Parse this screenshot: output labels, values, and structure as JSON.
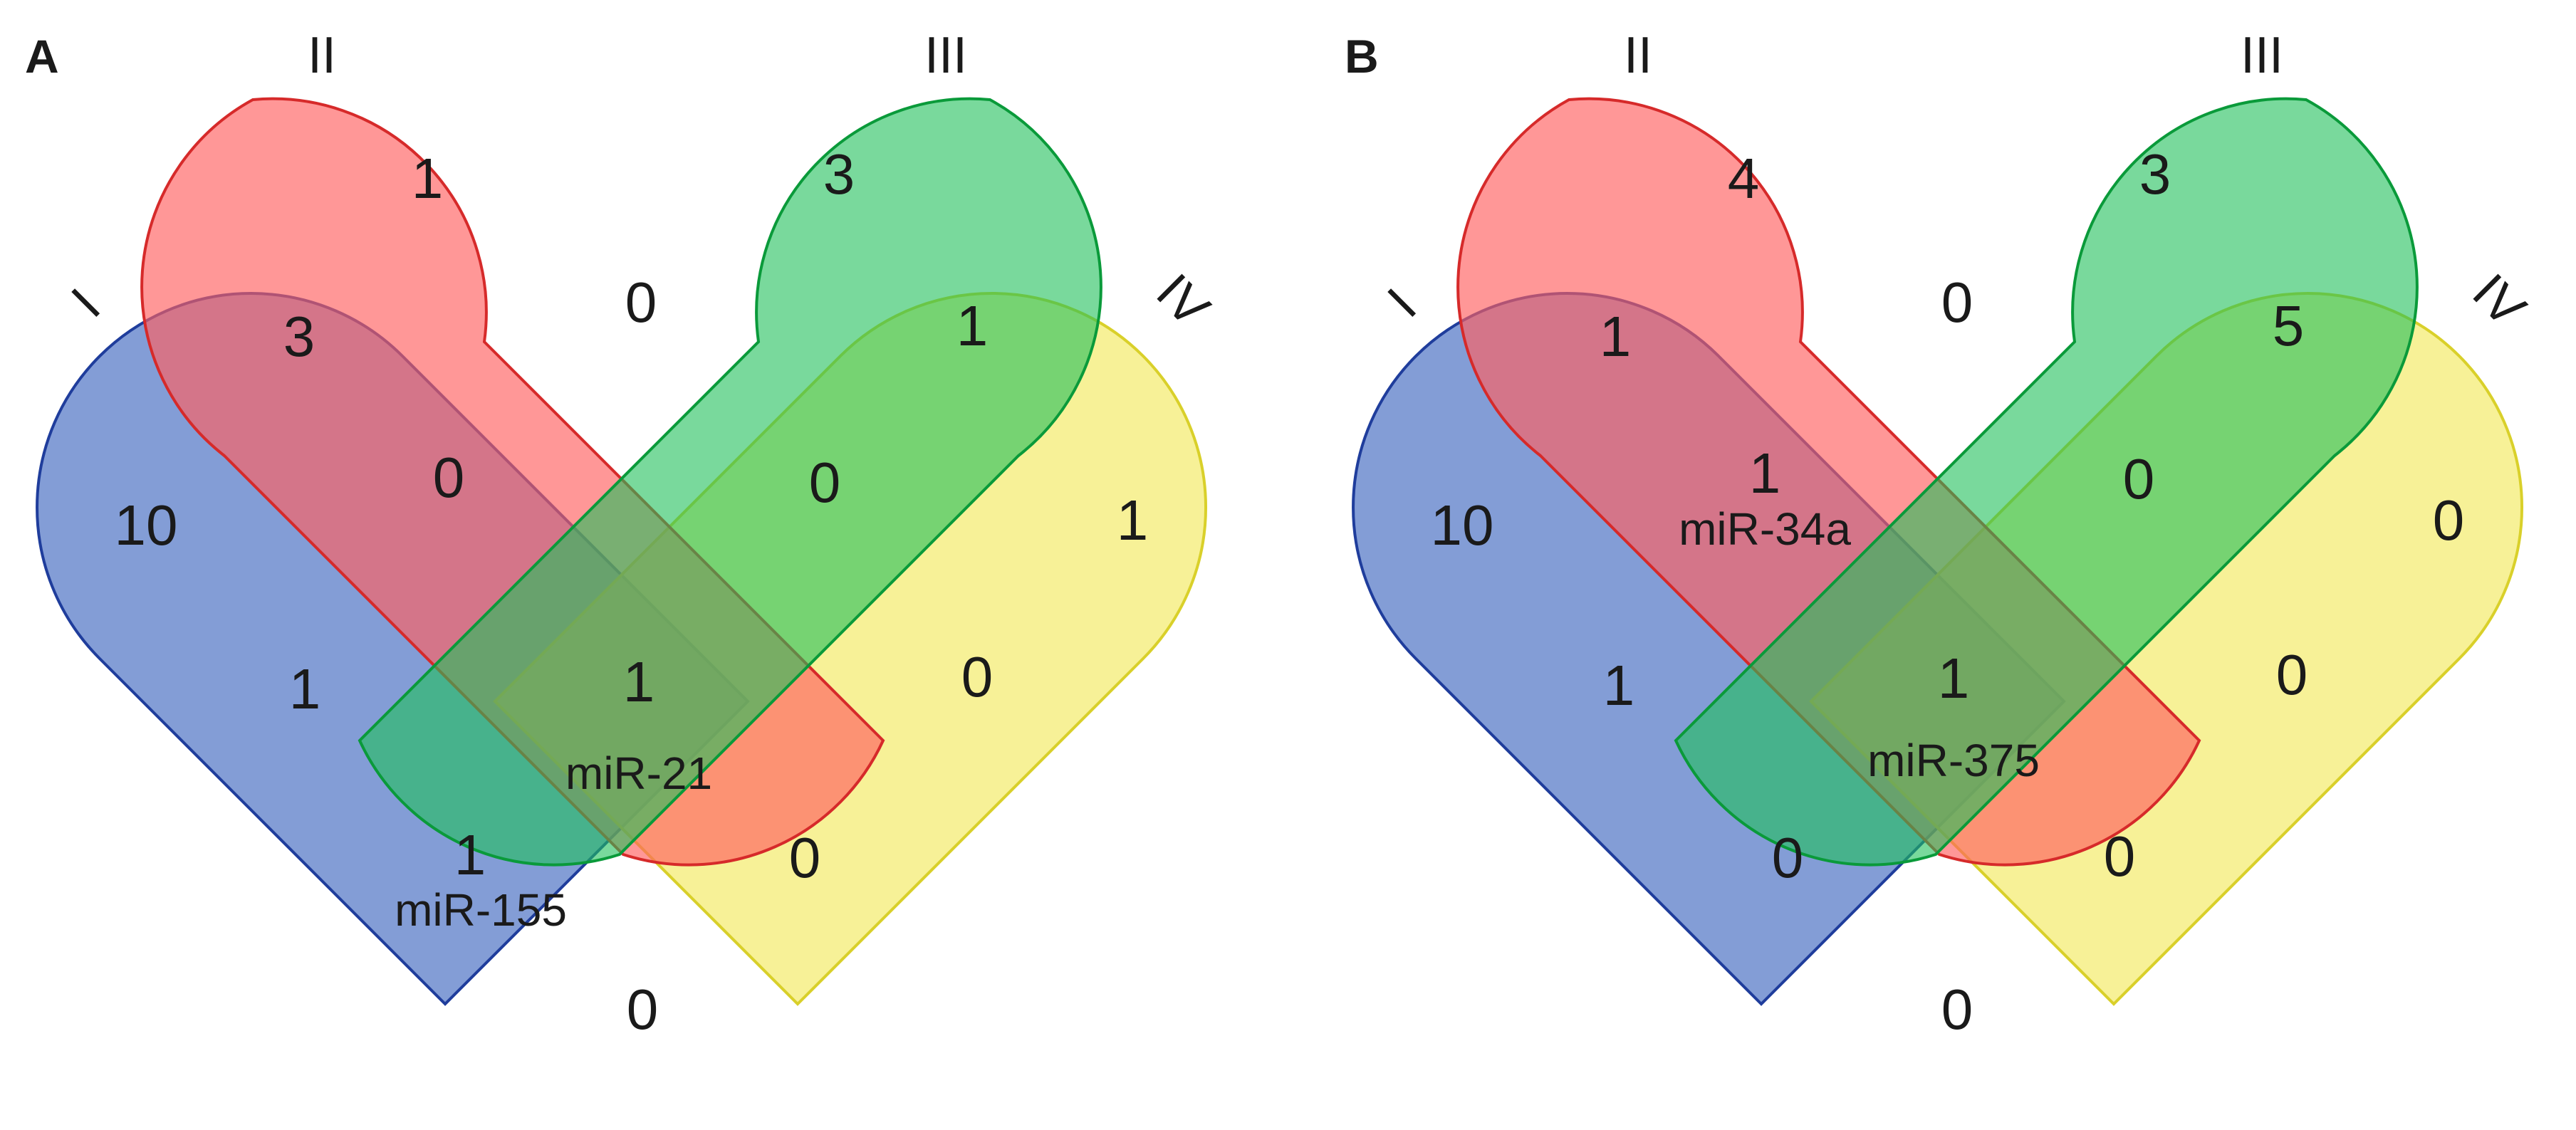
{
  "panels": [
    {
      "panel_label": "A",
      "set_labels": [
        "I",
        "II",
        "III",
        "IV"
      ],
      "regions": {
        "only_I": "10",
        "only_II": "1",
        "only_III": "3",
        "only_IV": "1",
        "I_II": "3",
        "II_III": "0",
        "III_IV": "1",
        "I_II_III": "0",
        "II_III_IV": "0",
        "I_III": "1",
        "II_IV": "0",
        "I_III_IV": "1",
        "I_II_IV": "0",
        "I_IV": "0",
        "all": "1"
      },
      "annotations": {
        "center": "miR-21",
        "I_III_IV": "miR-155"
      }
    },
    {
      "panel_label": "B",
      "set_labels": [
        "I",
        "II",
        "III",
        "IV"
      ],
      "regions": {
        "only_I": "10",
        "only_II": "4",
        "only_III": "3",
        "only_IV": "0",
        "I_II": "1",
        "II_III": "0",
        "III_IV": "5",
        "I_II_III": "1",
        "II_III_IV": "0",
        "I_III": "1",
        "II_IV": "0",
        "I_III_IV": "0",
        "I_II_IV": "0",
        "I_IV": "0",
        "all": "1"
      },
      "annotations": {
        "I_II_III": "miR-34a",
        "center": "miR-375"
      }
    }
  ],
  "colors": {
    "set_I_fill": "#5a7cc8",
    "set_I_stroke": "#1f3d9c",
    "set_II_fill": "#ff5f5f",
    "set_II_stroke": "#d62a2a",
    "set_III_fill": "#1fbf5a",
    "set_III_stroke": "#0a9a3a",
    "set_IV_fill": "#f3ea5f",
    "set_IV_stroke": "#d9d02a"
  }
}
